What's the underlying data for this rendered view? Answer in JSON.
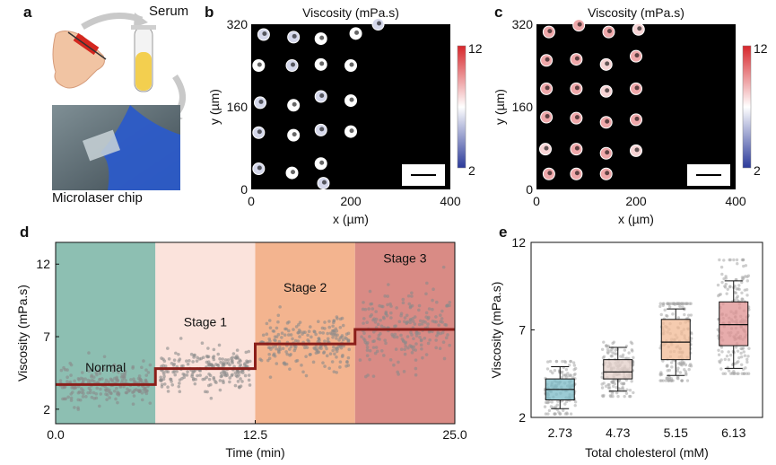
{
  "panel_letters": [
    "a",
    "b",
    "c",
    "d",
    "e"
  ],
  "panel_a": {
    "serum_label": "Serum",
    "chip_label": "Microlaser chip"
  },
  "chart_data": [
    {
      "panel": "b",
      "type": "heatmap",
      "title": "Viscosity (mPa.s)",
      "xlabel": "x (µm)",
      "ylabel": "y (µm)",
      "xlim": [
        0,
        400
      ],
      "ylim": [
        0,
        320
      ],
      "xticks": [
        "0",
        "200",
        "400"
      ],
      "yticks": [
        "0",
        "160",
        "320"
      ],
      "colorbar": {
        "min": 2,
        "max": 12,
        "min_label": "2",
        "max_label": "12",
        "colors": [
          "#2b3a9a",
          "#ffffff",
          "#d7262b"
        ]
      },
      "background": "#000000",
      "cells": [
        {
          "x": 25,
          "y": 300,
          "v": 6
        },
        {
          "x": 85,
          "y": 295,
          "v": 6
        },
        {
          "x": 140,
          "y": 292,
          "v": 7
        },
        {
          "x": 210,
          "y": 302,
          "v": 7
        },
        {
          "x": 255,
          "y": 320,
          "v": 6
        },
        {
          "x": 15,
          "y": 240,
          "v": 7
        },
        {
          "x": 82,
          "y": 240,
          "v": 6
        },
        {
          "x": 140,
          "y": 242,
          "v": 7
        },
        {
          "x": 200,
          "y": 240,
          "v": 7
        },
        {
          "x": 18,
          "y": 168,
          "v": 6
        },
        {
          "x": 85,
          "y": 163,
          "v": 7
        },
        {
          "x": 140,
          "y": 180,
          "v": 6
        },
        {
          "x": 200,
          "y": 172,
          "v": 7
        },
        {
          "x": 15,
          "y": 110,
          "v": 6
        },
        {
          "x": 85,
          "y": 105,
          "v": 7
        },
        {
          "x": 140,
          "y": 115,
          "v": 6
        },
        {
          "x": 200,
          "y": 112,
          "v": 7
        },
        {
          "x": 15,
          "y": 40,
          "v": 6
        },
        {
          "x": 82,
          "y": 32,
          "v": 7
        },
        {
          "x": 140,
          "y": 50,
          "v": 7
        },
        {
          "x": 145,
          "y": 12,
          "v": 6
        }
      ]
    },
    {
      "panel": "c",
      "type": "heatmap",
      "title": "Viscosity (mPa.s)",
      "xlabel": "x (µm)",
      "ylabel": "y (µm)",
      "xlim": [
        0,
        400
      ],
      "ylim": [
        0,
        320
      ],
      "xticks": [
        "0",
        "200",
        "400"
      ],
      "yticks": [
        "0",
        "160",
        "320"
      ],
      "colorbar": {
        "min": 2,
        "max": 12,
        "min_label": "2",
        "max_label": "12",
        "colors": [
          "#2b3a9a",
          "#ffffff",
          "#d7262b"
        ]
      },
      "background": "#000000",
      "cells": [
        {
          "x": 25,
          "y": 305,
          "v": 9
        },
        {
          "x": 85,
          "y": 318,
          "v": 9
        },
        {
          "x": 145,
          "y": 305,
          "v": 9
        },
        {
          "x": 205,
          "y": 310,
          "v": 8
        },
        {
          "x": 20,
          "y": 250,
          "v": 9
        },
        {
          "x": 80,
          "y": 252,
          "v": 9
        },
        {
          "x": 140,
          "y": 242,
          "v": 8
        },
        {
          "x": 200,
          "y": 258,
          "v": 9
        },
        {
          "x": 20,
          "y": 195,
          "v": 9
        },
        {
          "x": 80,
          "y": 195,
          "v": 9
        },
        {
          "x": 140,
          "y": 190,
          "v": 8
        },
        {
          "x": 200,
          "y": 195,
          "v": 9
        },
        {
          "x": 20,
          "y": 140,
          "v": 9
        },
        {
          "x": 80,
          "y": 138,
          "v": 9
        },
        {
          "x": 140,
          "y": 130,
          "v": 9
        },
        {
          "x": 200,
          "y": 135,
          "v": 9
        },
        {
          "x": 18,
          "y": 78,
          "v": 8
        },
        {
          "x": 80,
          "y": 78,
          "v": 9
        },
        {
          "x": 140,
          "y": 70,
          "v": 9
        },
        {
          "x": 200,
          "y": 75,
          "v": 8
        },
        {
          "x": 25,
          "y": 30,
          "v": 9
        },
        {
          "x": 80,
          "y": 30,
          "v": 9
        },
        {
          "x": 140,
          "y": 30,
          "v": 9
        }
      ]
    },
    {
      "panel": "d",
      "type": "scatter",
      "xlabel": "Time (min)",
      "ylabel": "Viscosity (mPa.s)",
      "xlim": [
        0,
        25
      ],
      "ylim": [
        1,
        13.5
      ],
      "xticks": [
        "0.0",
        "12.5",
        "25.0"
      ],
      "xtick_values": [
        0,
        12.5,
        25
      ],
      "yticks": [
        "2",
        "7",
        "12"
      ],
      "ytick_values": [
        2,
        7,
        12
      ],
      "stages": [
        {
          "label": "Normal",
          "x_start": 0,
          "x_end": 6.25,
          "step_value": 3.7,
          "spread": 1.1,
          "color": "#8dbfb2"
        },
        {
          "label": "Stage 1",
          "x_start": 6.25,
          "x_end": 12.5,
          "step_value": 4.8,
          "spread": 1.1,
          "color": "#fbe3dc"
        },
        {
          "label": "Stage 2",
          "x_start": 12.5,
          "x_end": 18.75,
          "step_value": 6.5,
          "spread": 1.6,
          "color": "#f3b48f"
        },
        {
          "label": "Stage 3",
          "x_start": 18.75,
          "x_end": 25,
          "step_value": 7.5,
          "spread": 2.2,
          "color": "#d98b85"
        }
      ],
      "step_color": "#8b1f1a"
    },
    {
      "panel": "e",
      "type": "box",
      "xlabel": "Total cholesterol (mM)",
      "ylabel": "Viscosity (mPa.s)",
      "ylim": [
        2,
        12
      ],
      "yticks": [
        "2",
        "7",
        "12"
      ],
      "ytick_values": [
        2,
        7,
        12
      ],
      "categories": [
        "2.73",
        "4.73",
        "5.15",
        "6.13"
      ],
      "boxes": [
        {
          "whisker_low": 2.5,
          "q1": 3.0,
          "median": 3.6,
          "q3": 4.2,
          "whisker_high": 4.9,
          "color": "#7ab9c6"
        },
        {
          "whisker_low": 3.5,
          "q1": 4.2,
          "median": 4.6,
          "q3": 5.3,
          "whisker_high": 6.0,
          "color": "#e3cfc8"
        },
        {
          "whisker_low": 4.4,
          "q1": 5.3,
          "median": 6.3,
          "q3": 7.6,
          "whisker_high": 8.2,
          "color": "#f1b994"
        },
        {
          "whisker_low": 4.8,
          "q1": 6.1,
          "median": 7.3,
          "q3": 8.6,
          "whisker_high": 9.8,
          "color": "#df9090"
        }
      ]
    }
  ]
}
